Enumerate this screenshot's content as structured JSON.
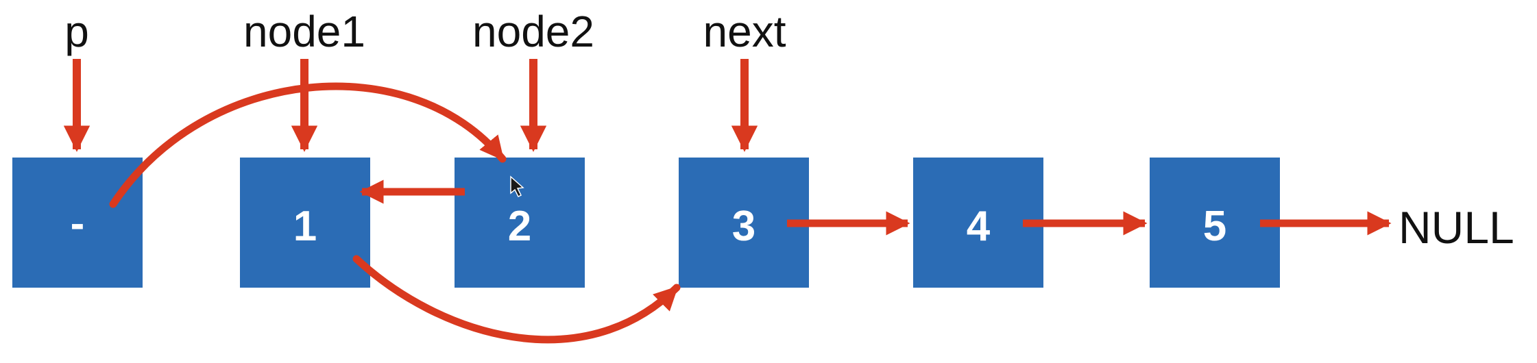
{
  "colors": {
    "node_fill": "#2b6cb5",
    "node_text": "#ffffff",
    "arrow": "#d9391f",
    "label_text": "#111111",
    "background": "#ffffff"
  },
  "pointers": {
    "p": "p",
    "node1": "node1",
    "node2": "node2",
    "next": "next"
  },
  "nodes": {
    "head": "-",
    "n1": "1",
    "n2": "2",
    "n3": "3",
    "n4": "4",
    "n5": "5"
  },
  "terminal": "NULL",
  "icons": {
    "cursor": "mouse-cursor-icon"
  }
}
